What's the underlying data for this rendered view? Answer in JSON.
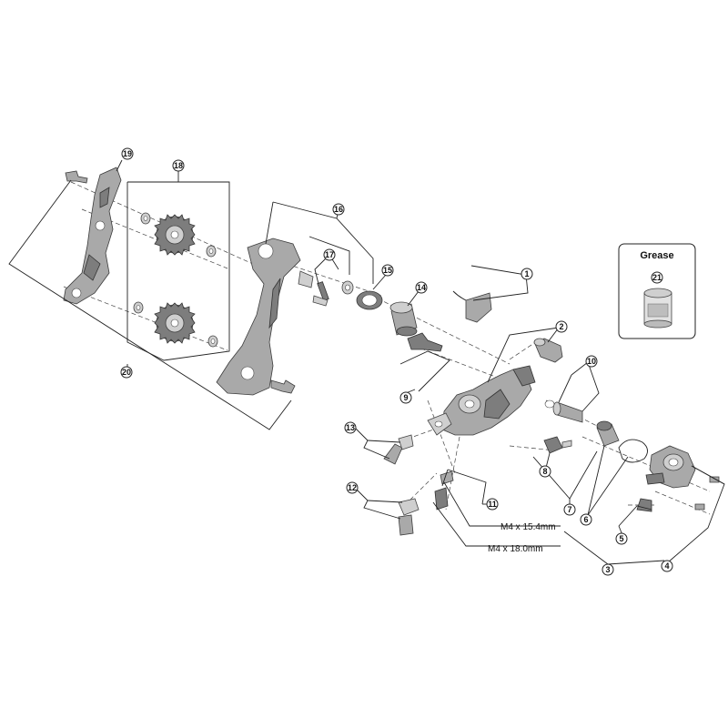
{
  "callouts": [
    {
      "id": "c1",
      "label": "1"
    },
    {
      "id": "c2",
      "label": "2"
    },
    {
      "id": "c3",
      "label": "3"
    },
    {
      "id": "c4",
      "label": "4"
    },
    {
      "id": "c5",
      "label": "5"
    },
    {
      "id": "c6",
      "label": "6"
    },
    {
      "id": "c7",
      "label": "7"
    },
    {
      "id": "c8",
      "label": "8"
    },
    {
      "id": "c9",
      "label": "9"
    },
    {
      "id": "c10",
      "label": "10"
    },
    {
      "id": "c11",
      "label": "11"
    },
    {
      "id": "c12",
      "label": "12"
    },
    {
      "id": "c13",
      "label": "13"
    },
    {
      "id": "c14",
      "label": "14"
    },
    {
      "id": "c15",
      "label": "15"
    },
    {
      "id": "c16",
      "label": "16"
    },
    {
      "id": "c17",
      "label": "17"
    },
    {
      "id": "c18",
      "label": "18"
    },
    {
      "id": "c19",
      "label": "19"
    },
    {
      "id": "c20",
      "label": "20"
    },
    {
      "id": "c21",
      "label": "21"
    }
  ],
  "specs": {
    "bolt_short": "M4 x 15.4mm",
    "bolt_long": "M4 x 18.0mm"
  },
  "grease": {
    "title": "Grease",
    "callout_label": "21"
  },
  "colors": {
    "part_fill": "#a9a9a9",
    "part_stroke": "#3c3c3c",
    "line": "#222222",
    "background": "#ffffff"
  }
}
